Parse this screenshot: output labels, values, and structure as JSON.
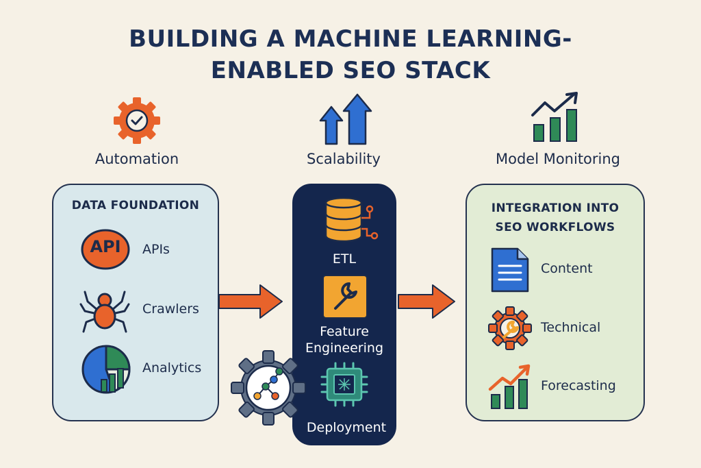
{
  "title": {
    "line1": "BUILDING A MACHINE LEARNING-",
    "line2": "ENABLED SEO STACK"
  },
  "pillars": {
    "automation": "Automation",
    "scalability": "Scalability",
    "model_monitoring": "Model Monitoring"
  },
  "data_foundation": {
    "heading": "DATA FOUNDATION",
    "api_badge": "API",
    "items": [
      "APIs",
      "Crawlers",
      "Analytics"
    ]
  },
  "pipeline": {
    "items": [
      "ETL",
      "Feature Engineering",
      "Deployment"
    ]
  },
  "integration": {
    "heading_line1": "INTEGRATION INTO",
    "heading_line2": "SEO WORKFLOWS",
    "items": [
      "Content",
      "Technical",
      "Forecasting"
    ]
  },
  "colors": {
    "background": "#f6f1e6",
    "orange": "#e8632b",
    "navy": "#14264d",
    "blue": "#2f6fd1",
    "green": "#2f8a57",
    "light_blue_panel": "#d9e8ec",
    "light_green_panel": "#e2ecd5"
  },
  "icons": [
    "gear-check-icon",
    "up-arrows-icon",
    "trend-chart-icon",
    "api-icon",
    "spider-icon",
    "pie-chart-icon",
    "database-icon",
    "wrench-icon",
    "chip-icon",
    "ml-gear-icon",
    "document-icon",
    "gear-wrench-icon",
    "forecast-chart-icon",
    "arrow-right-icon"
  ]
}
